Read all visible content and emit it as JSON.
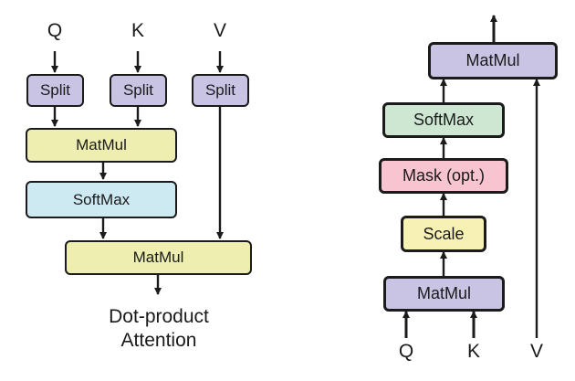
{
  "left": {
    "inputs": [
      "Q",
      "K",
      "V"
    ],
    "split_label": "Split",
    "matmul_top_label": "MatMul",
    "softmax_label": "SoftMax",
    "matmul_bottom_label": "MatMul",
    "caption_line1": "Dot-product",
    "caption_line2": "Attention"
  },
  "right": {
    "matmul_top_label": "MatMul",
    "softmax_label": "SoftMax",
    "mask_label": "Mask (opt.)",
    "scale_label": "Scale",
    "matmul_bottom_label": "MatMul",
    "inputs": [
      "Q",
      "K",
      "V"
    ]
  },
  "colors": {
    "split": "#c9c3e4",
    "matmul_left": "#eeeeb0",
    "softmax_left": "#cde9f1",
    "matmul_right": "#c9c3e4",
    "softmax_right": "#cde7d2",
    "mask": "#f7c4d0",
    "scale": "#f7f2b3",
    "stroke": "#1b1b1b"
  }
}
